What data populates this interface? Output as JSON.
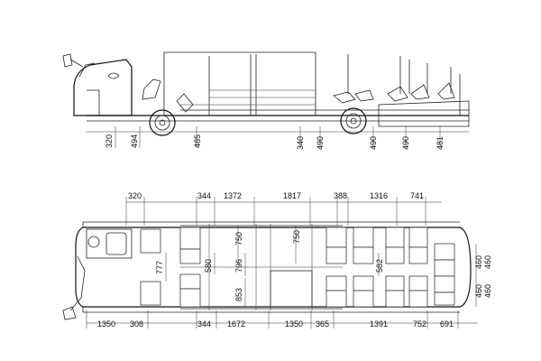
{
  "side_view": {
    "dimensions": [
      "320",
      "494",
      "485",
      "340",
      "490",
      "490",
      "490",
      "481"
    ]
  },
  "plan_view": {
    "top_dimensions": [
      "320",
      "344",
      "1372",
      "1817",
      "388",
      "1316",
      "741"
    ],
    "bottom_dimensions": [
      "1350",
      "308",
      "344",
      "1672",
      "1350",
      "365",
      "1391",
      "752",
      "691"
    ],
    "vertical_dimensions": [
      "750",
      "750",
      "777",
      "580",
      "796",
      "582",
      "853"
    ],
    "rear_dimensions": [
      "460",
      "460",
      "460",
      "460"
    ]
  }
}
